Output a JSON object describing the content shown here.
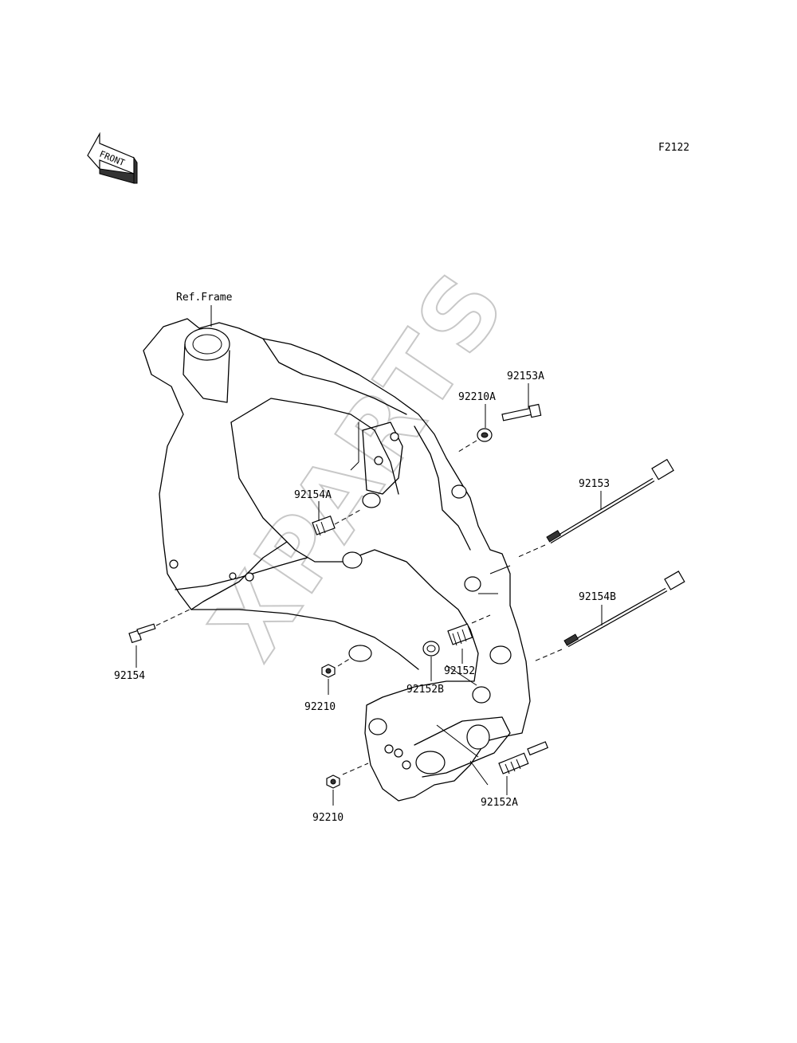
{
  "diagram_code": "F2122",
  "front_label": "FRONT",
  "ref_label": "Ref.Frame",
  "watermark": "XPARTS",
  "parts": {
    "p92153A": "92153A",
    "p92210A": "92210A",
    "p92153": "92153",
    "p92154A": "92154A",
    "p92154B": "92154B",
    "p92154": "92154",
    "p92152": "92152",
    "p92152B": "92152B",
    "p92210_upper": "92210",
    "p92152A": "92152A",
    "p92210_lower": "92210"
  }
}
